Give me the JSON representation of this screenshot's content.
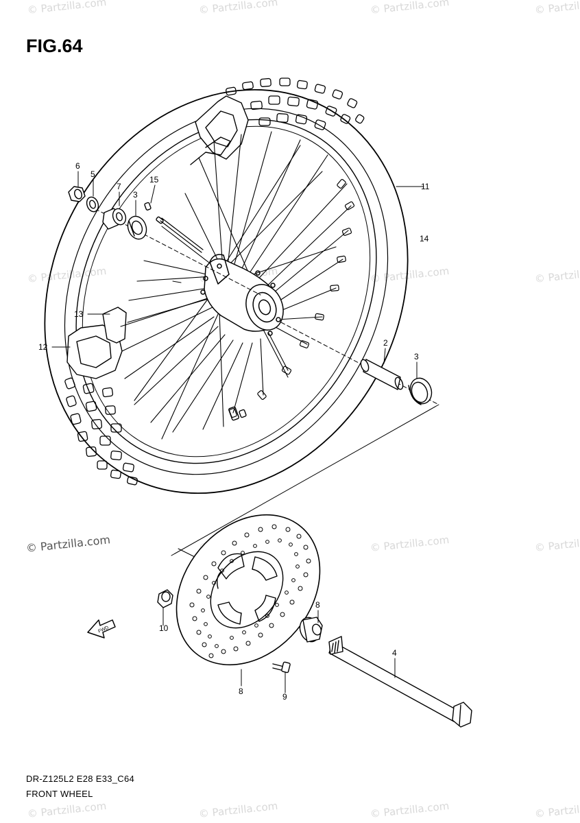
{
  "figure": {
    "title": "FIG.64",
    "model_code": "DR-Z125L2 E28 E33_C64",
    "section_name": "FRONT WHEEL",
    "watermark": "© Partzilla.com"
  },
  "callouts": [
    "6",
    "5",
    "7",
    "3",
    "15",
    "11",
    "14",
    "13",
    "12",
    "2",
    "3",
    "8",
    "10",
    "4",
    "8",
    "9"
  ],
  "colors": {
    "line": "#000000",
    "watermark": "#d8d8d8",
    "watermark_dark": "#555555",
    "background": "#ffffff"
  }
}
